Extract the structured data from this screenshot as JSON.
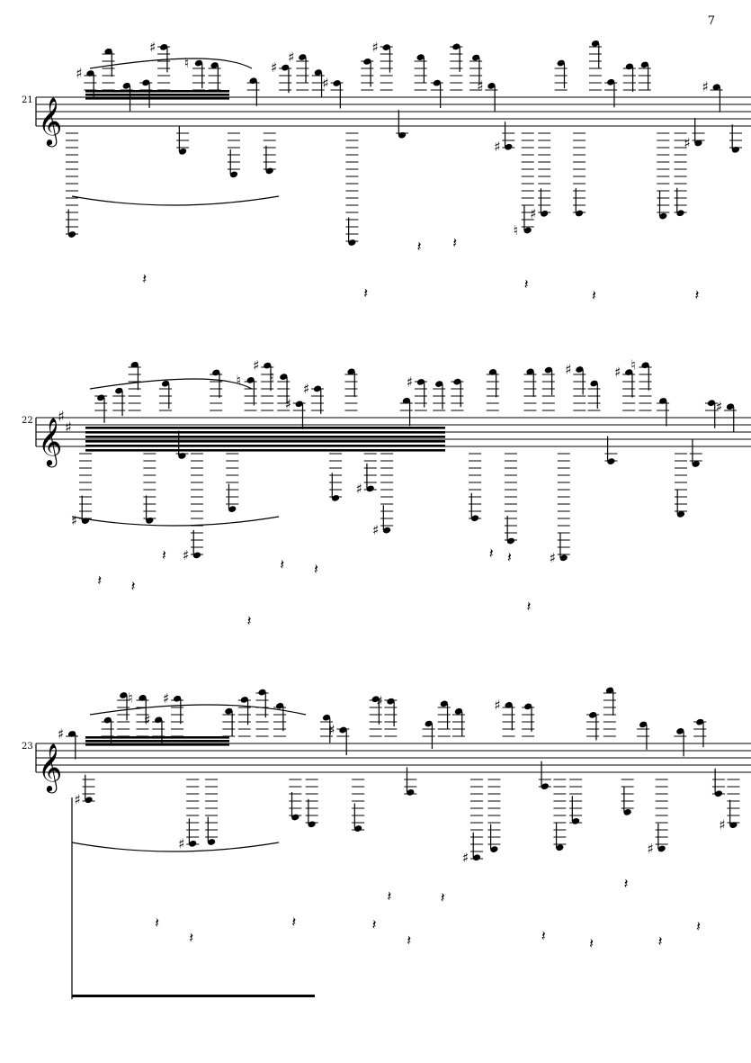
{
  "page": {
    "number": "7"
  },
  "systems": [
    {
      "id": "system-1",
      "measure_number": "21"
    },
    {
      "id": "system-2",
      "measure_number": "22"
    },
    {
      "id": "system-3",
      "measure_number": "23"
    }
  ],
  "glyphs": {
    "treble_clef": "𝄞",
    "sharp": "♯",
    "natural": "♮",
    "rest": "𝄽"
  }
}
